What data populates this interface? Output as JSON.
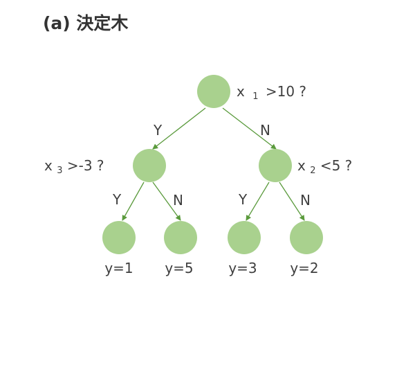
{
  "title": "(a) 決定木",
  "colors": {
    "node_fill": "#a9d18e",
    "edge_stroke": "#5a9a3c",
    "text": "#3f3f3f"
  },
  "nodes": {
    "root": {
      "question": {
        "var": "x",
        "sub": "1",
        "op": ">10 ?"
      }
    },
    "left": {
      "question": {
        "var": "x",
        "sub": "3",
        "op": ">-3 ?"
      }
    },
    "right": {
      "question": {
        "var": "x",
        "sub": "2",
        "op": "<5 ?"
      }
    },
    "leaves": [
      {
        "label": "y=1"
      },
      {
        "label": "y=5"
      },
      {
        "label": "y=3"
      },
      {
        "label": "y=2"
      }
    ]
  },
  "edges": {
    "root_left": "Y",
    "root_right": "N",
    "left_leaf1": "Y",
    "left_leaf2": "N",
    "right_leaf3": "Y",
    "right_leaf4": "N"
  }
}
